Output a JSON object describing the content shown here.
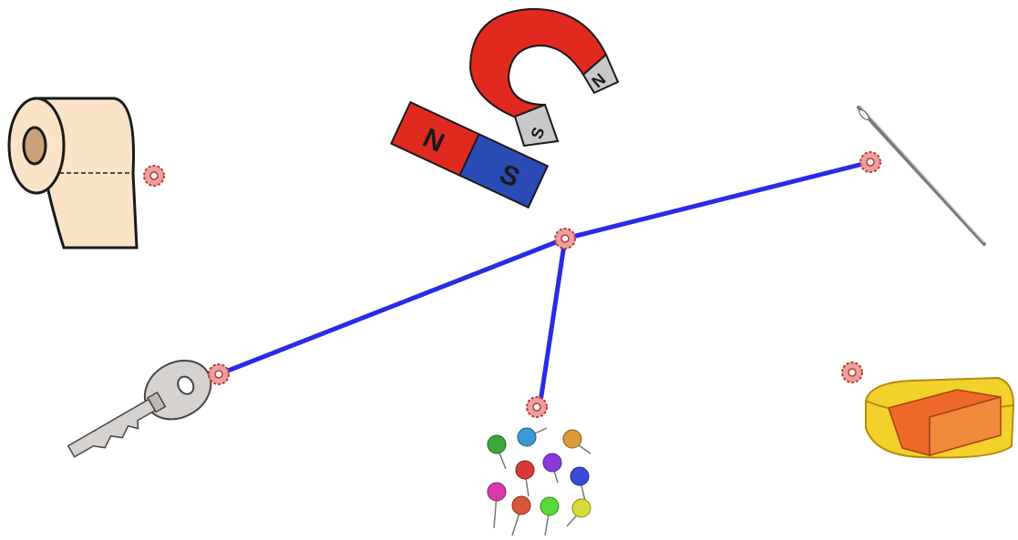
{
  "magnet": {
    "bar_north_label": "N",
    "bar_south_label": "S",
    "horseshoe_north_label": "N",
    "horseshoe_south_label": "S"
  },
  "colors": {
    "connector_line": "#2a2ae6",
    "dot": "#c0392b",
    "magnet_red": "#e02a20",
    "magnet_blue": "#2a4bb5"
  },
  "connections": [
    [
      "magnet",
      "needle"
    ],
    [
      "magnet",
      "key"
    ],
    [
      "magnet",
      "pushpins"
    ]
  ],
  "items": [
    "toilet-paper",
    "magnet",
    "needle",
    "key",
    "pushpins",
    "eraser"
  ]
}
